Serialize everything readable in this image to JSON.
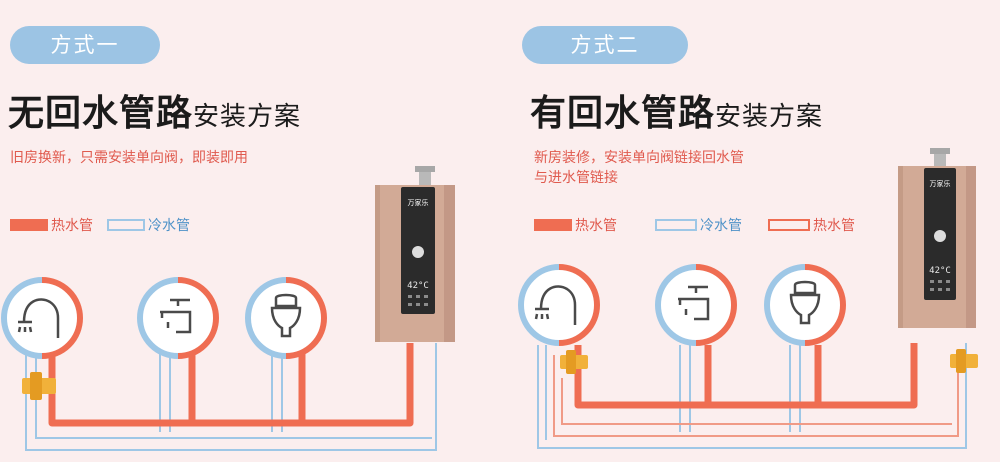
{
  "panel_a": {
    "badge": "方式一",
    "title_bold": "无回水管路",
    "title_rest": "安装方案",
    "description": "旧房换新，只需安装单向阀，即装即用",
    "legend_hot": "热水管",
    "legend_cold": "冷水管",
    "heater_brand": "万家乐",
    "heater_display": "42°C"
  },
  "panel_b": {
    "badge": "方式二",
    "title_bold": "有回水管路",
    "title_rest": "安装方案",
    "description_line1": "新房装修，安装单向阀链接回水管",
    "description_line2": "与进水管链接",
    "legend_hot": "热水管",
    "legend_cold": "冷水管",
    "legend_return": "热水管",
    "heater_brand": "万家乐",
    "heater_display": "42°C"
  },
  "colors": {
    "hot_pipe": "#ef6d52",
    "cold_pipe": "#9ec7e6",
    "badge": "#9cc4e4",
    "valve": "#f1b13a",
    "heater_body": "#d2aa96",
    "heater_panel": "#2b2b2b",
    "background": "#fbeeee"
  },
  "icons": [
    "shower-icon",
    "faucet-icon",
    "toilet-icon",
    "water-heater",
    "check-valve"
  ]
}
